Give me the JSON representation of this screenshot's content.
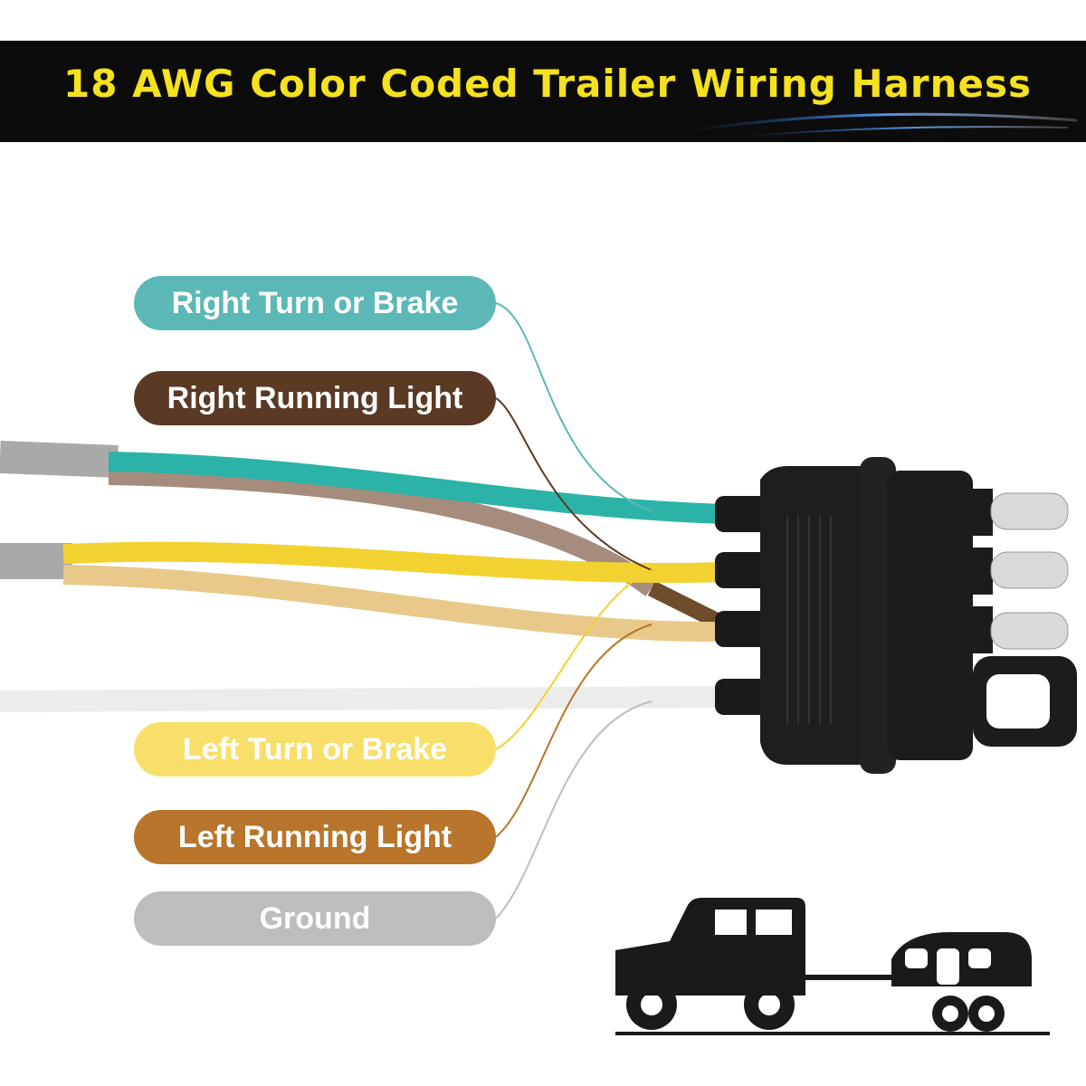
{
  "header": {
    "title": "18 AWG Color Coded Trailer Wiring Harness"
  },
  "labels": [
    {
      "id": "right-turn",
      "text": "Right Turn or Brake",
      "color": "#5bb8b6"
    },
    {
      "id": "right-running",
      "text": "Right Running Light",
      "color": "#5a3a24"
    },
    {
      "id": "left-turn",
      "text": "Left Turn or Brake",
      "color": "#f7df6a"
    },
    {
      "id": "left-running",
      "text": "Left Running Light",
      "color": "#b8752b"
    },
    {
      "id": "ground",
      "text": "Ground",
      "color": "#bdbdbd"
    }
  ],
  "wire_colors": {
    "green": "#2bb3a7",
    "brown": "#a58c7c",
    "yellow": "#f2d230",
    "tan": "#e9c98a",
    "white": "#ececec",
    "jacket": "#a9a9a9"
  },
  "icons": [
    "car-icon",
    "camper-trailer-icon",
    "flat-4-connector-icon"
  ]
}
